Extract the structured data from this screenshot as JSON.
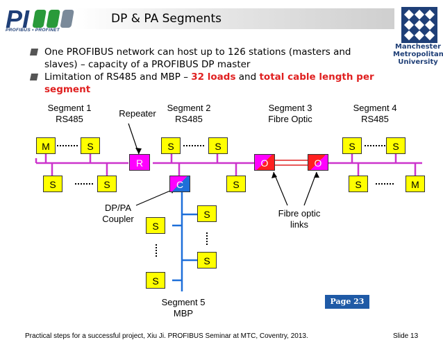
{
  "header": {
    "title": "DP & PA Segments",
    "logo_subtitle": "PROFIBUS • PROFINET",
    "logo_text": "PI",
    "university_lines": [
      "Manchester",
      "Metropolitan",
      "University"
    ]
  },
  "bullets": [
    {
      "lines": [
        "One PROFIBUS network can host up to 126 stations (masters and",
        "slaves) – capacity of a PROFIBUS DP master"
      ]
    },
    {
      "line1_a": "Limitation of RS485 and MBP – ",
      "line1_b": "32 loads",
      "line1_c": " and ",
      "line1_d": "total cable length per",
      "line2": "segment"
    }
  ],
  "diagram": {
    "segments": [
      {
        "line1": "Segment 1",
        "line2": "RS485"
      },
      {
        "line1": "Segment 2",
        "line2": "RS485"
      },
      {
        "line1": "Segment 3",
        "line2": "Fibre Optic"
      },
      {
        "line1": "Segment 4",
        "line2": "RS485"
      },
      {
        "line1": "Segment 5",
        "line2": "MBP"
      }
    ],
    "repeater_label": "Repeater",
    "coupler_label_1": "DP/PA",
    "coupler_label_2": "Coupler",
    "fibre_label_1": "Fibre optic",
    "fibre_label_2": "links",
    "nodes": {
      "master": "M",
      "slave": "S",
      "repeater": "R",
      "coupler": "C",
      "optical": "O"
    },
    "colors": {
      "rs485": "#cc33cc",
      "mbp": "#1e6fd9",
      "fibre": "#e02020",
      "node_fill": "#ffff00",
      "repeater_fill": "#ff00ff",
      "optical_fill": "#ff0055"
    }
  },
  "footer": {
    "text": "Practical steps for a successful project, Xiu Ji. PROFIBUS Seminar at MTC, Coventry, 2013.",
    "slide": "Slide 13",
    "page_badge": "Page 23"
  }
}
